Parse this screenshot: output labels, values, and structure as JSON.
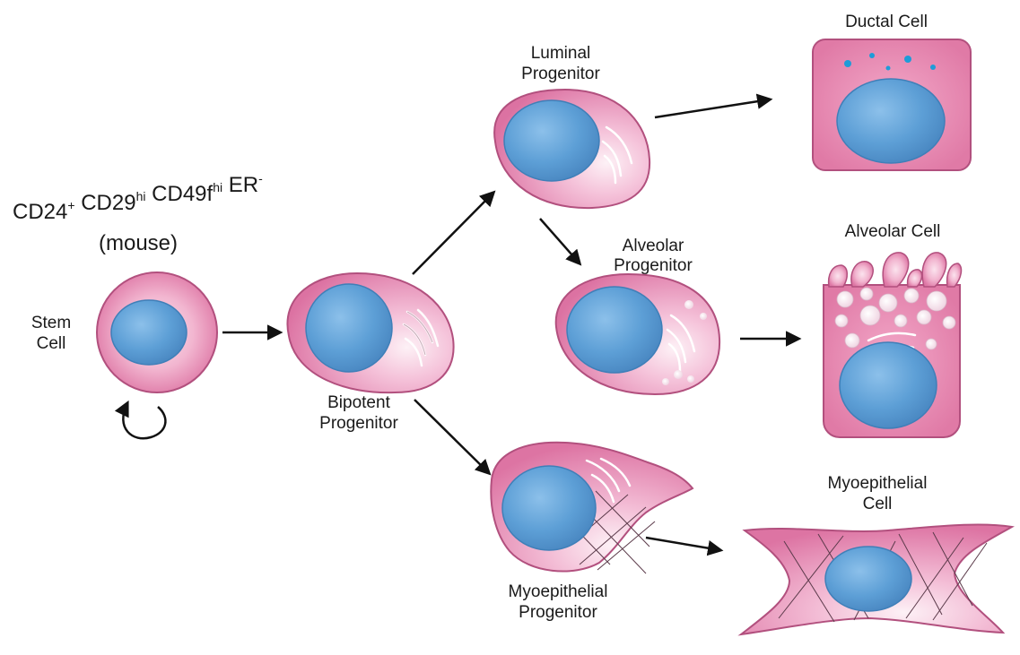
{
  "marker": {
    "parts": [
      {
        "base": "CD24",
        "sup": "+"
      },
      {
        "base": "CD29",
        "sup": "hi"
      },
      {
        "base": "CD49f",
        "sup": "hi"
      },
      {
        "base": "ER",
        "sup": "-"
      }
    ],
    "species": "(mouse)"
  },
  "labels": {
    "stem": [
      "Stem",
      "Cell"
    ],
    "bipotent": [
      "Bipotent",
      "Progenitor"
    ],
    "luminal": [
      "Luminal",
      "Progenitor"
    ],
    "alveolar_prog": [
      "Alveolar",
      "Progenitor"
    ],
    "myo_prog": [
      "Myoepithelial",
      "Progenitor"
    ],
    "ductal": "Ductal Cell",
    "alveolar_cell": "Alveolar Cell",
    "myo_cell": [
      "Myoepithelial",
      "Cell"
    ]
  },
  "colors": {
    "cytoplasm": "#e07aa6",
    "cytoplasm_light": "#fbe3ee",
    "nucleus": "#5a9fd8",
    "nucleus_dark": "#3f7fb8",
    "outline": "#b2507e",
    "arrow": "#111111"
  }
}
